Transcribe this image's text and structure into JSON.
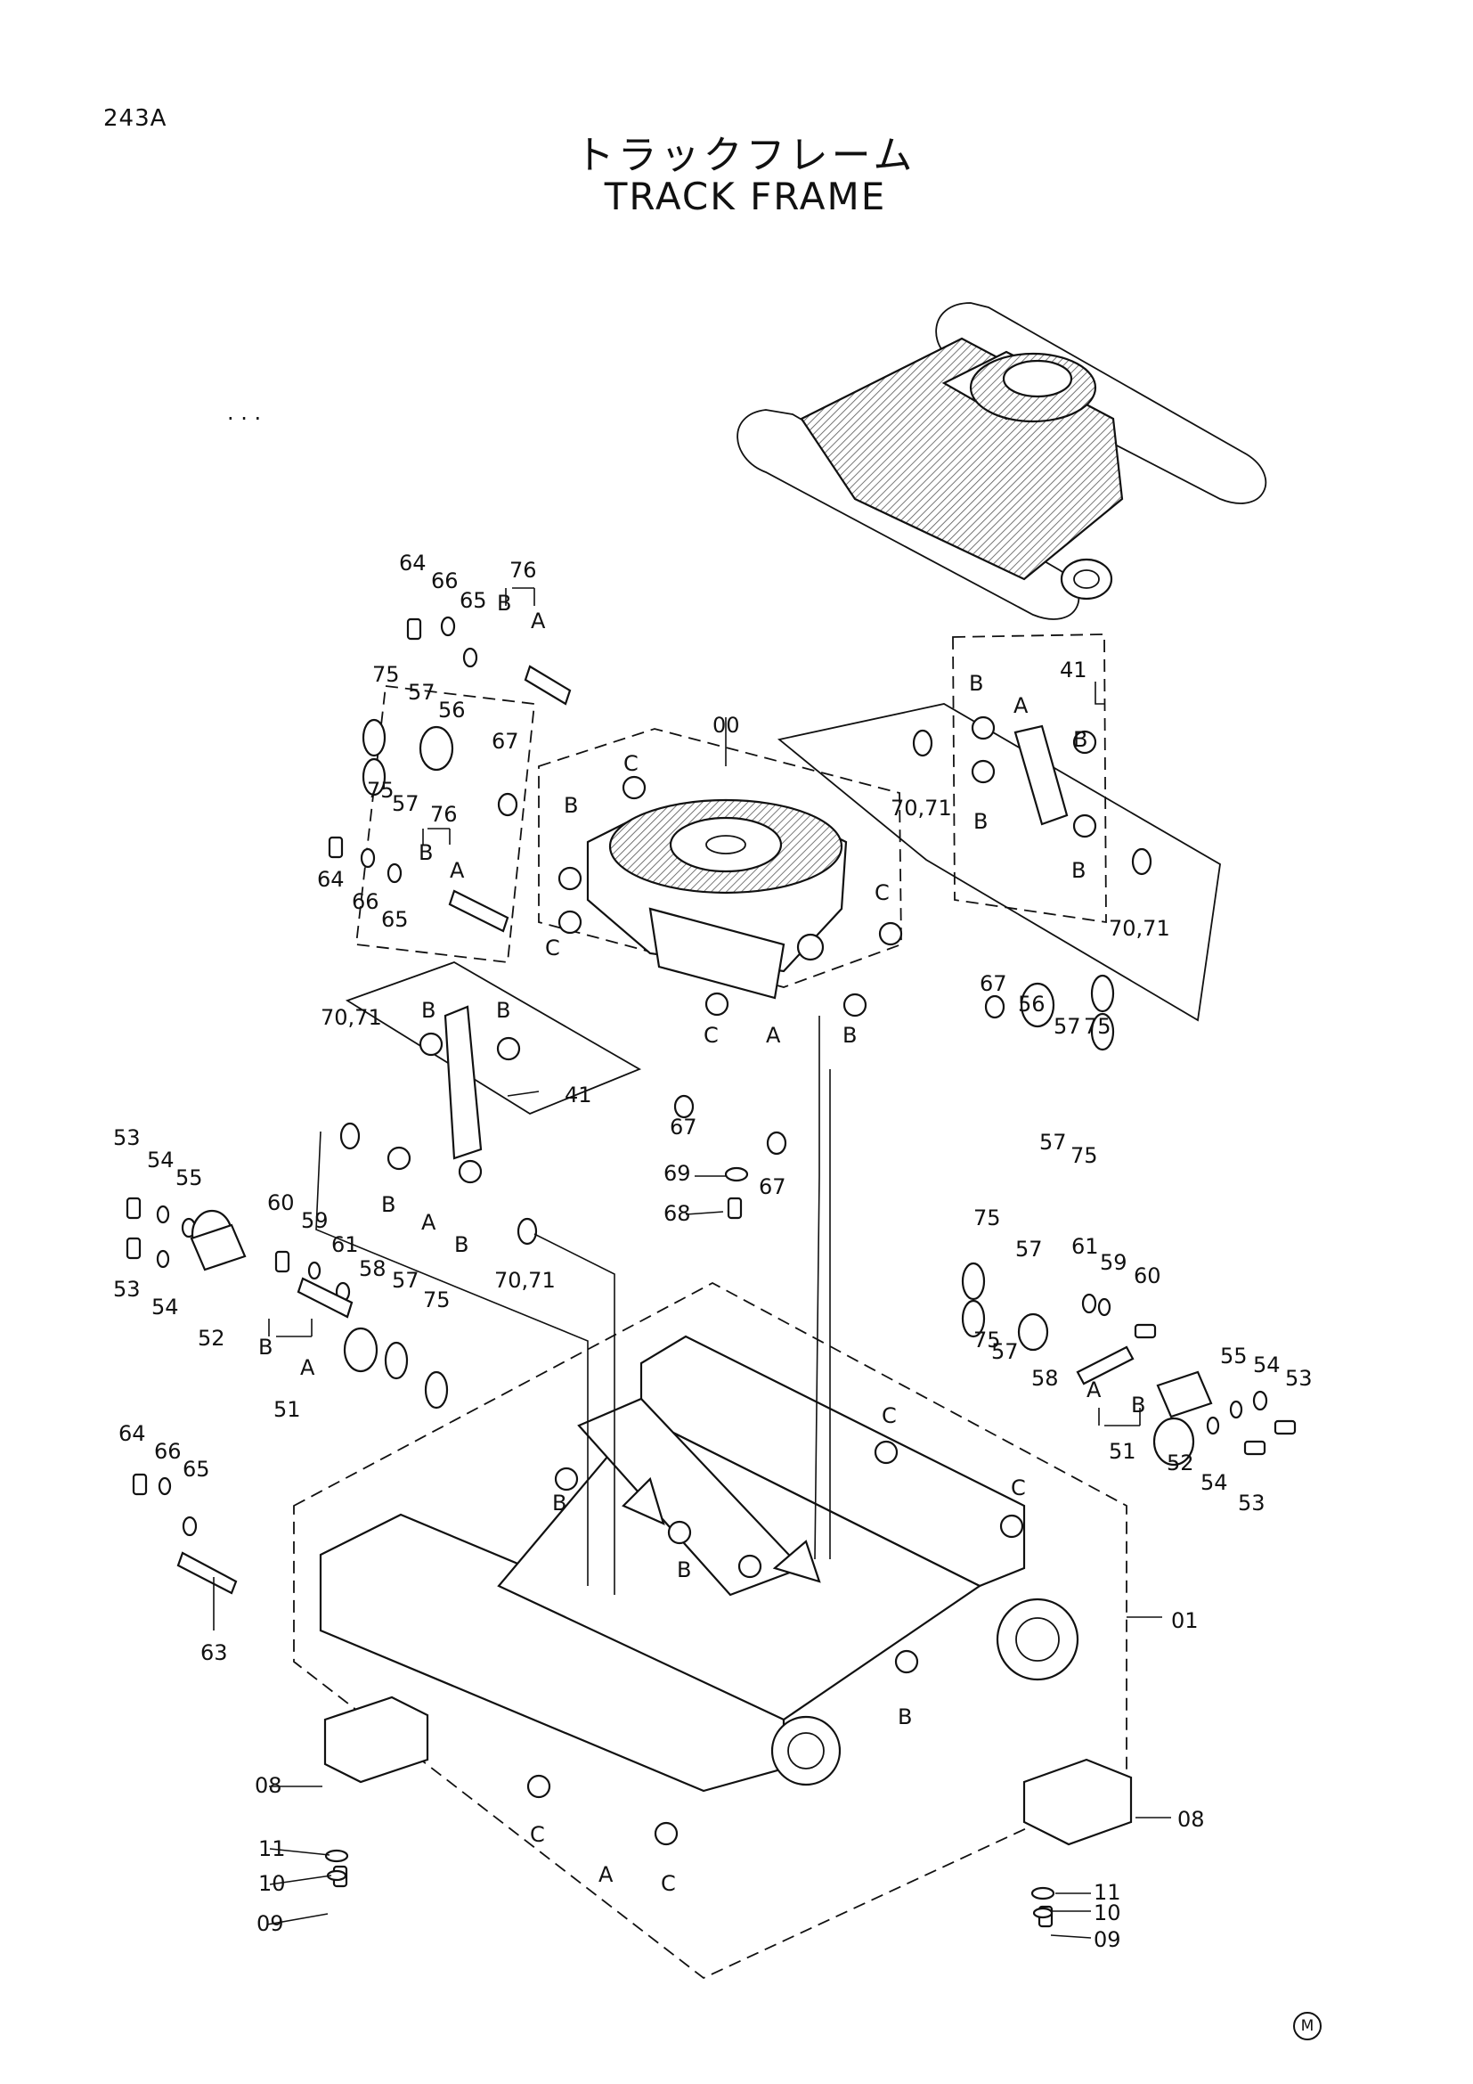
{
  "page_code": "243A",
  "title_jp": "トラックフレーム",
  "title_en": "TRACK FRAME",
  "mark": "M",
  "callouts": {
    "c00": "00",
    "c01": "01",
    "c08a": "08",
    "c08b": "08",
    "c09a": "09",
    "c09b": "09",
    "c10a": "10",
    "c10b": "10",
    "c11a": "11",
    "c11b": "11",
    "c41a": "41",
    "c41b": "41",
    "c51a": "51",
    "c51b": "51",
    "c52a": "52",
    "c52b": "52",
    "c53a": "53",
    "c53b": "53",
    "c53c": "53",
    "c53d": "53",
    "c54a": "54",
    "c54b": "54",
    "c54c": "54",
    "c54d": "54",
    "c55a": "55",
    "c55b": "55",
    "c56a": "56",
    "c56b": "56",
    "c57a": "57",
    "c57b": "57",
    "c57c": "57",
    "c57d": "57",
    "c57e": "57",
    "c57f": "57",
    "c58a": "58",
    "c58b": "58",
    "c59a": "59",
    "c59b": "59",
    "c60a": "60",
    "c60b": "60",
    "c61a": "61",
    "c61b": "61",
    "c63": "63",
    "c64a": "64",
    "c64b": "64",
    "c64c": "64",
    "c65a": "65",
    "c65b": "65",
    "c65c": "65",
    "c66a": "66",
    "c66b": "66",
    "c66c": "66",
    "c67a": "67",
    "c67b": "67",
    "c67c": "67",
    "c67d": "67",
    "c68": "68",
    "c69": "69",
    "c7071a": "70,71",
    "c7071b": "70,71",
    "c7071c": "70,71",
    "c7071d": "70,71",
    "c75a": "75",
    "c75b": "75",
    "c75c": "75",
    "c75d": "75",
    "c75e": "75",
    "c75f": "75",
    "c76a": "76",
    "c76b": "76"
  },
  "letters": {
    "A": "A",
    "B": "B",
    "C": "C"
  }
}
